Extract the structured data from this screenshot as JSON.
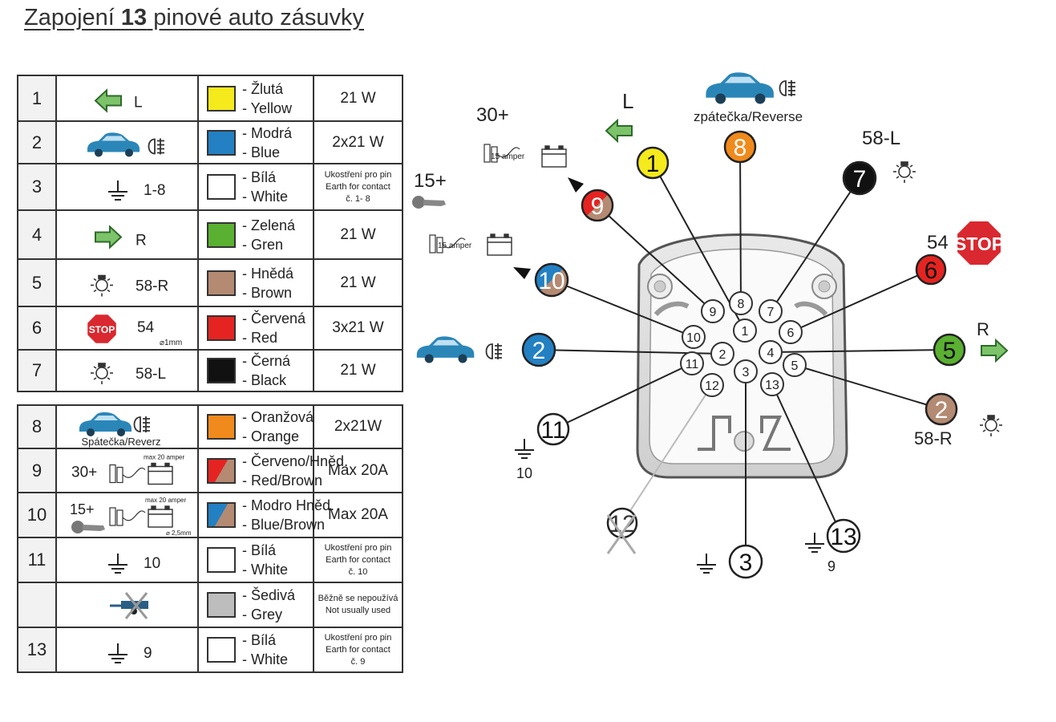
{
  "title": {
    "prefix": "Zapojení ",
    "bold": "13",
    "suffix": " pinové auto zásuvky"
  },
  "colors": {
    "yellow": "#f5ea1c",
    "blue": "#2380c2",
    "white": "#ffffff",
    "green": "#5ab031",
    "brown": "#b48a72",
    "red": "#e52421",
    "black": "#111111",
    "orange": "#f08a1c",
    "grey": "#bdbdbd",
    "stop_red": "#d9282f",
    "arrow_green": "#7cc36a",
    "car_blue": "#2b86b8"
  },
  "table1": [
    {
      "num": "1",
      "label": "L",
      "icon": "arrow-left-icon",
      "color_key": "yellow",
      "color_cz": "- Žlutá",
      "color_en": "- Yellow",
      "power": [
        "21 W"
      ]
    },
    {
      "num": "2",
      "label": "",
      "icon": "car-fog-light-icon",
      "color_key": "blue",
      "color_cz": "- Modrá",
      "color_en": "- Blue",
      "power": [
        "2x21 W"
      ]
    },
    {
      "num": "3",
      "label": "1-8",
      "icon": "ground-icon",
      "color_key": "white",
      "color_cz": "- Bílá",
      "color_en": "- White",
      "power": [
        "Ukostření pro pin",
        "Earth for contact",
        "č. 1- 8"
      ]
    },
    {
      "num": "4",
      "label": "R",
      "icon": "arrow-right-icon",
      "color_key": "green",
      "color_cz": "- Zelená",
      "color_en": "- Gren",
      "power": [
        "21 W"
      ]
    },
    {
      "num": "5",
      "label": "58-R",
      "icon": "lamp-icon",
      "color_key": "brown",
      "color_cz": "- Hnědá",
      "color_en": "- Brown",
      "power": [
        "21 W"
      ]
    },
    {
      "num": "6",
      "label": "54",
      "sublabel": "⌀1mm",
      "icon": "stop-icon",
      "stop_text": "STOP",
      "color_key": "red",
      "color_cz": "- Červená",
      "color_en": "- Red",
      "power": [
        "3x21 W"
      ]
    },
    {
      "num": "7",
      "label": "58-L",
      "icon": "lamp-icon",
      "color_key": "black",
      "color_cz": "- Černá",
      "color_en": "- Black",
      "power": [
        "21 W"
      ]
    }
  ],
  "table2": [
    {
      "num": "8",
      "label": "Spátečka/Reverz",
      "icon": "car-reverse-icon",
      "color_key": "orange",
      "color_cz": "- Oranžová",
      "color_en": "- Orange",
      "power": [
        "2x21W"
      ]
    },
    {
      "num": "9",
      "label": "30+",
      "sublabel": "max 20 amper",
      "icon": "battery-icon",
      "color_key": "redbrown",
      "color_cz": "- Červeno/Hněd.",
      "color_en": "- Red/Brown",
      "power": [
        "Max 20A"
      ]
    },
    {
      "num": "10",
      "label": "15+",
      "sublabel": "max 20 amper",
      "sublabel2": "⌀ 2,5mm",
      "icon": "key-battery-icon",
      "color_key": "bluebrown",
      "color_cz": "- Modro Hněd.",
      "color_en": "- Blue/Brown",
      "power": [
        "Max 20A"
      ]
    },
    {
      "num": "11",
      "label": "10",
      "icon": "ground-icon",
      "color_key": "white",
      "color_cz": "- Bílá",
      "color_en": "- White",
      "power": [
        "Ukostření pro pin",
        "Earth for contact",
        "č. 10"
      ]
    },
    {
      "num": "",
      "label": "",
      "icon": "trailer-crossed-icon",
      "color_key": "grey",
      "color_cz": "- Šedivá",
      "color_en": "- Grey",
      "power": [
        "Běžně se nepoužívá",
        "Not usually used"
      ]
    },
    {
      "num": "13",
      "label": "9",
      "icon": "ground-icon",
      "color_key": "white",
      "color_cz": "- Bílá",
      "color_en": "- White",
      "power": [
        "Ukostření pro pin",
        "Earth for contact",
        "č. 9"
      ]
    }
  ],
  "diagram": {
    "labels": {
      "l": "L",
      "r": "R",
      "reverse": "zpátečka/Reverse",
      "p30": "30+",
      "p15": "15+",
      "amp15a": "15 amper",
      "amp15b": "15 amper",
      "l58": "58-L",
      "r58": "58-R",
      "s54": "54",
      "stop": "STOP",
      "g10": "10",
      "g9": "9"
    },
    "callouts": [
      {
        "n": "1",
        "color_key": "yellow",
        "text_color": "#111111"
      },
      {
        "n": "8",
        "color_key": "orange",
        "text_color": "#ffffff"
      },
      {
        "n": "7",
        "color_key": "black",
        "text_color": "#ffffff"
      },
      {
        "n": "9",
        "color_key": "redbrown",
        "text_color": "#ffffff"
      },
      {
        "n": "6",
        "color_key": "red",
        "text_color": "#111111"
      },
      {
        "n": "10",
        "color_key": "bluebrown",
        "text_color": "#ffffff"
      },
      {
        "n": "2",
        "color_key": "blue",
        "text_color": "#ffffff"
      },
      {
        "n": "5",
        "color_key": "green",
        "text_color": "#111111"
      },
      {
        "n": "2",
        "color_key": "brown",
        "text_color": "#ffffff"
      },
      {
        "n": "11",
        "color_key": "white",
        "text_color": "#111111"
      },
      {
        "n": "12",
        "color_key": "white",
        "text_color": "#333333"
      },
      {
        "n": "3",
        "color_key": "white",
        "text_color": "#111111"
      },
      {
        "n": "13",
        "color_key": "white",
        "text_color": "#111111"
      }
    ],
    "pins": [
      {
        "n": "1"
      },
      {
        "n": "2"
      },
      {
        "n": "3"
      },
      {
        "n": "4"
      },
      {
        "n": "5"
      },
      {
        "n": "6"
      },
      {
        "n": "7"
      },
      {
        "n": "8"
      },
      {
        "n": "9"
      },
      {
        "n": "10"
      },
      {
        "n": "11"
      },
      {
        "n": "12"
      },
      {
        "n": "13"
      }
    ]
  }
}
